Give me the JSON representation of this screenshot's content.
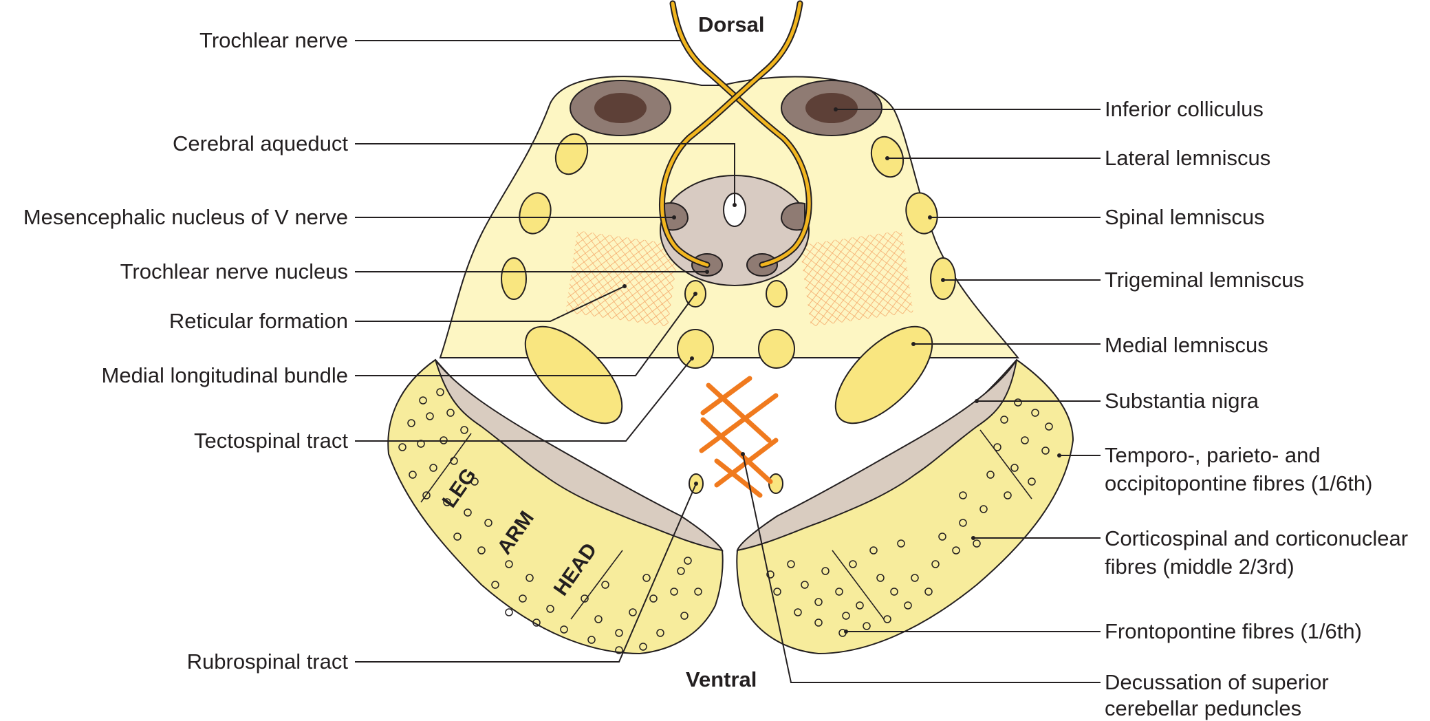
{
  "orientation": {
    "dorsal": "Dorsal",
    "ventral": "Ventral"
  },
  "regions": {
    "leg": "LEG",
    "arm": "ARM",
    "head": "HEAD"
  },
  "labels_left": [
    "Trochlear nerve",
    "Cerebral aqueduct",
    "Mesencephalic nucleus of V nerve",
    "Trochlear nerve nucleus",
    "Reticular formation",
    "Medial longitudinal bundle",
    "Tectospinal tract",
    "Rubrospinal tract"
  ],
  "labels_right": [
    "Inferior colliculus",
    "Lateral lemniscus",
    "Spinal lemniscus",
    "Trigeminal lemniscus",
    "Medial lemniscus",
    "Substantia nigra",
    {
      "line1": "Temporo-, parieto- and",
      "line2": "occipitopontine fibres (1/6th)"
    },
    {
      "line1": "Corticospinal and corticonuclear",
      "line2": "fibres (middle 2/3rd)"
    },
    "Frontopontine fibres (1/6th)",
    {
      "line1": "Decussation of superior",
      "line2": "cerebellar peduncles"
    }
  ],
  "colors": {
    "tegmentum": "#fdf6c3",
    "basis": "#f7ec9c",
    "tract": "#f9e680",
    "nigra": "#d9ccc0",
    "colliculus": "#8f7b73",
    "colliculus_core": "#5d4037",
    "grey": "#d8cbc2",
    "nerve": "#f2b61f",
    "decussation": "#f07a1e",
    "reticular": "#f6b179"
  }
}
